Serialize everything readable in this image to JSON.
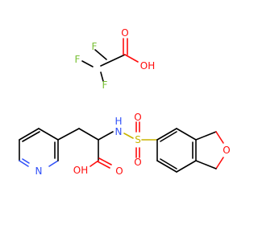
{
  "atoms": [
    {
      "id": "F1",
      "text": "F",
      "color": "#79c035"
    },
    {
      "id": "F2",
      "text": "F",
      "color": "#79c035"
    },
    {
      "id": "F3",
      "text": "F",
      "color": "#79c035"
    },
    {
      "id": "O_tfa_dbl",
      "text": "O",
      "color": "#ff0d0d"
    },
    {
      "id": "OH_tfa",
      "text": "OH",
      "color": "#ff0d0d"
    },
    {
      "id": "NH",
      "text": "H",
      "color": "#3050f8"
    },
    {
      "id": "N_amide",
      "text": "N",
      "color": "#3050f8"
    },
    {
      "id": "S",
      "text": "S",
      "color": "#c8b400"
    },
    {
      "id": "O_s1",
      "text": "O",
      "color": "#ff0d0d"
    },
    {
      "id": "O_s2",
      "text": "O",
      "color": "#ff0d0d"
    },
    {
      "id": "O_ring",
      "text": "O",
      "color": "#ff0d0d"
    },
    {
      "id": "N_pyr",
      "text": "N",
      "color": "#3050f8"
    },
    {
      "id": "OH_acid",
      "text": "OH",
      "color": "#ff0d0d"
    },
    {
      "id": "O_acid_dbl",
      "text": "O",
      "color": "#ff0d0d"
    }
  ]
}
